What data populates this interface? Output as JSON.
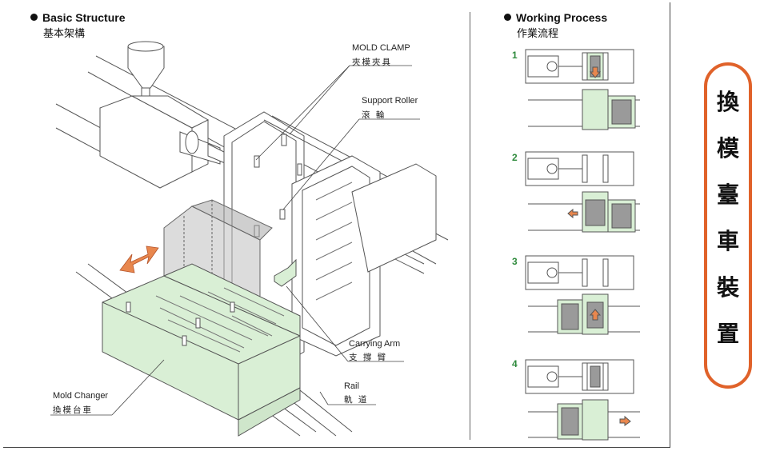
{
  "basic": {
    "title": "Basic Structure",
    "subtitle": "基本架構"
  },
  "working": {
    "title": "Working Process",
    "subtitle": "作業流程"
  },
  "labels": {
    "mold_clamp_en": "MOLD CLAMP",
    "mold_clamp_cn": "夾模夾具",
    "support_roller_en": "Support Roller",
    "support_roller_cn": "滾 輪",
    "carrying_arm_en": "Carrying Arm",
    "carrying_arm_cn": "支 撐 臂",
    "rail_en": "Rail",
    "rail_cn": "軌 道",
    "mold_changer_en": "Mold Changer",
    "mold_changer_cn": "換模台車"
  },
  "steps": [
    "1",
    "2",
    "3",
    "4"
  ],
  "side_title_chars": [
    "換",
    "模",
    "臺",
    "車",
    "裝",
    "置"
  ],
  "colors": {
    "green_fill": "#d9efd5",
    "accent_orange": "#e0622a",
    "step_green": "#2e8a3c"
  }
}
